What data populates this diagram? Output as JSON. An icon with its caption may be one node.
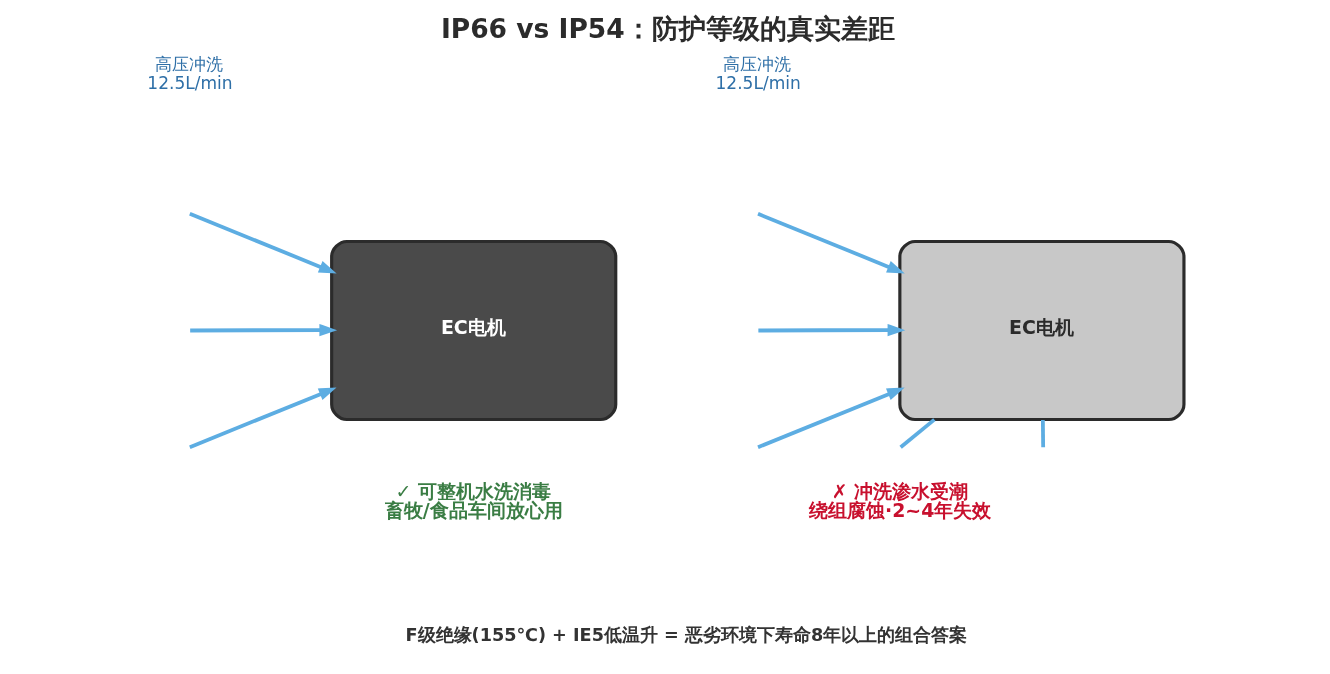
{
  "diagram": {
    "title": "IP66 vs IP54：防护等级的真实差距",
    "caption": "F级绝缘(155℃) + IE5低温升 = 恶劣环境下寿命8年以上的组合答案",
    "nodes": [
      {
        "text": [
          "EC电机"
        ],
        "beside": [
          "✓ 可整机水洗消毒",
          "畜牧/食品车间放心用"
        ]
      },
      {
        "text": [
          "EC电机"
        ],
        "beside": [
          "✗ 冲洗渗水受潮",
          "绕组腐蚀·2~4年失效"
        ]
      }
    ],
    "edges": [
      {
        "from": null,
        "to": 0,
        "arrow": "to"
      },
      {
        "from": null,
        "to": 0,
        "arrow": "to"
      },
      {
        "from": null,
        "to": 0,
        "arrow": "to"
      },
      {
        "from": null,
        "to": 1,
        "arrow": "to"
      },
      {
        "from": null,
        "to": 1,
        "arrow": "to"
      },
      {
        "from": null,
        "to": 1,
        "arrow": "to"
      },
      {
        "from": 1,
        "to": null,
        "arrow": "none"
      },
      {
        "from": 1,
        "to": null,
        "arrow": "none"
      }
    ],
    "labels": [
      "高压冲洗 12.5L/min",
      "高压冲洗 12.5L/min"
    ]
  }
}
